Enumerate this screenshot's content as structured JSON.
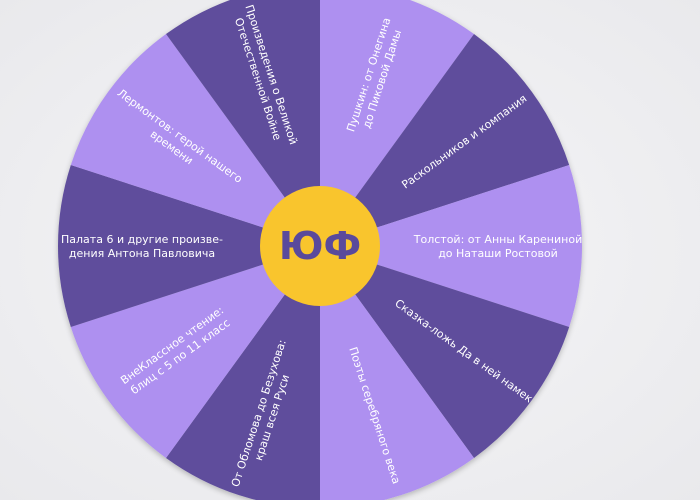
{
  "wheel": {
    "hub_label": "ЮФ",
    "colors": {
      "light": "#ae90f0",
      "dark": "#5e4d9c",
      "hub": "#f9c52d",
      "hub_text": "#5a4a9c",
      "label": "#ffffff"
    },
    "segments": [
      {
        "lines": [
          "Пушкин: от Онегина",
          "до Пиковой Дамы"
        ],
        "shade": "light"
      },
      {
        "lines": [
          "Раскольников и компания"
        ],
        "shade": "dark"
      },
      {
        "lines": [
          "Толстой: от Анны Карениной",
          "до Наташи Ростовой"
        ],
        "shade": "light"
      },
      {
        "lines": [
          "Сказка-ложь Да в ней намек"
        ],
        "shade": "dark"
      },
      {
        "lines": [
          "Поэты серебряного века"
        ],
        "shade": "light"
      },
      {
        "lines": [
          "От Обломова до Безухова:",
          "краш всея Руси"
        ],
        "shade": "dark"
      },
      {
        "lines": [
          "ВнеКлассное чтение:",
          "блиц с 5 по 11 класс"
        ],
        "shade": "light"
      },
      {
        "lines": [
          "Палата 6 и другие произве-",
          "дения Антона Павловича"
        ],
        "shade": "dark"
      },
      {
        "lines": [
          "Лермонтов: герой нашего",
          "времени"
        ],
        "shade": "light"
      },
      {
        "lines": [
          "Произведения о Великой",
          "Отечественной Войне"
        ],
        "shade": "dark"
      }
    ]
  }
}
